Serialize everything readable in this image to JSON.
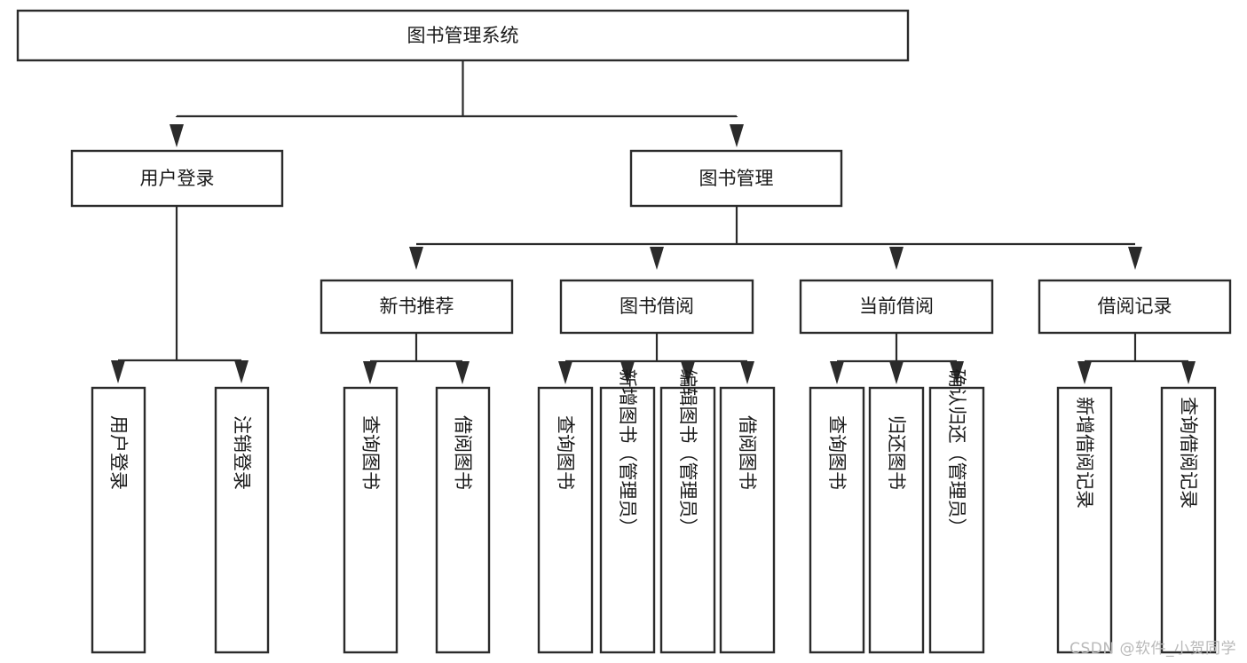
{
  "diagram": {
    "title": "图书管理系统",
    "type": "tree",
    "watermark": "CSDN @软件_小贺同学",
    "colors": {
      "box_stroke": "#2b2b2b",
      "box_fill": "#ffffff",
      "text": "#1a1a1a",
      "background": "#ffffff",
      "watermark": "#b9b9b9"
    },
    "nodes": {
      "root": {
        "label": "图书管理系统",
        "orientation": "horizontal"
      },
      "level2": [
        {
          "label": "用户登录",
          "orientation": "horizontal"
        },
        {
          "label": "图书管理",
          "orientation": "horizontal"
        }
      ],
      "level3": [
        {
          "label": "新书推荐",
          "orientation": "horizontal"
        },
        {
          "label": "图书借阅",
          "orientation": "horizontal"
        },
        {
          "label": "当前借阅",
          "orientation": "horizontal"
        },
        {
          "label": "借阅记录",
          "orientation": "horizontal"
        }
      ],
      "leaves": [
        {
          "label": "用户登录",
          "orientation": "vertical",
          "parent": "用户登录"
        },
        {
          "label": "注销登录",
          "orientation": "vertical",
          "parent": "用户登录"
        },
        {
          "label": "查询图书",
          "orientation": "vertical",
          "parent": "新书推荐"
        },
        {
          "label": "借阅图书",
          "orientation": "vertical",
          "parent": "新书推荐"
        },
        {
          "label": "查询图书",
          "orientation": "vertical",
          "parent": "图书借阅"
        },
        {
          "label": "新增图书（管理员）",
          "orientation": "vertical",
          "parent": "图书借阅"
        },
        {
          "label": "编辑图书（管理员）",
          "orientation": "vertical",
          "parent": "图书借阅"
        },
        {
          "label": "借阅图书",
          "orientation": "vertical",
          "parent": "图书借阅"
        },
        {
          "label": "查询图书",
          "orientation": "vertical",
          "parent": "当前借阅"
        },
        {
          "label": "归还图书",
          "orientation": "vertical",
          "parent": "当前借阅"
        },
        {
          "label": "确认归还（管理员）",
          "orientation": "vertical",
          "parent": "当前借阅"
        },
        {
          "label": "新增借阅记录",
          "orientation": "vertical",
          "parent": "借阅记录"
        },
        {
          "label": "查询借阅记录",
          "orientation": "vertical",
          "parent": "借阅记录"
        }
      ]
    }
  }
}
